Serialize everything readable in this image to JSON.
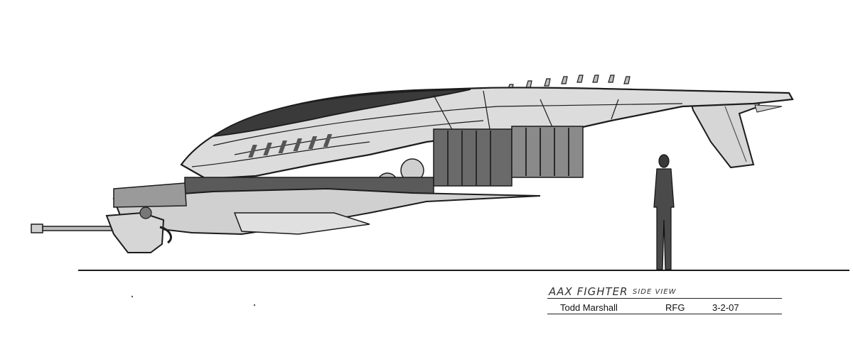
{
  "title_block": {
    "title": "AAX FIGHTER",
    "subtitle": "SIDE VIEW",
    "artist": "Todd Marshall",
    "studio": "RFG",
    "date": "3-2-07"
  },
  "colors": {
    "ink": "#1c1c1c",
    "hull": "#d9d9d9",
    "hull_dark": "#8a8a8a",
    "canopy": "#3a3a3a",
    "machinery": "#5a5a5a"
  }
}
